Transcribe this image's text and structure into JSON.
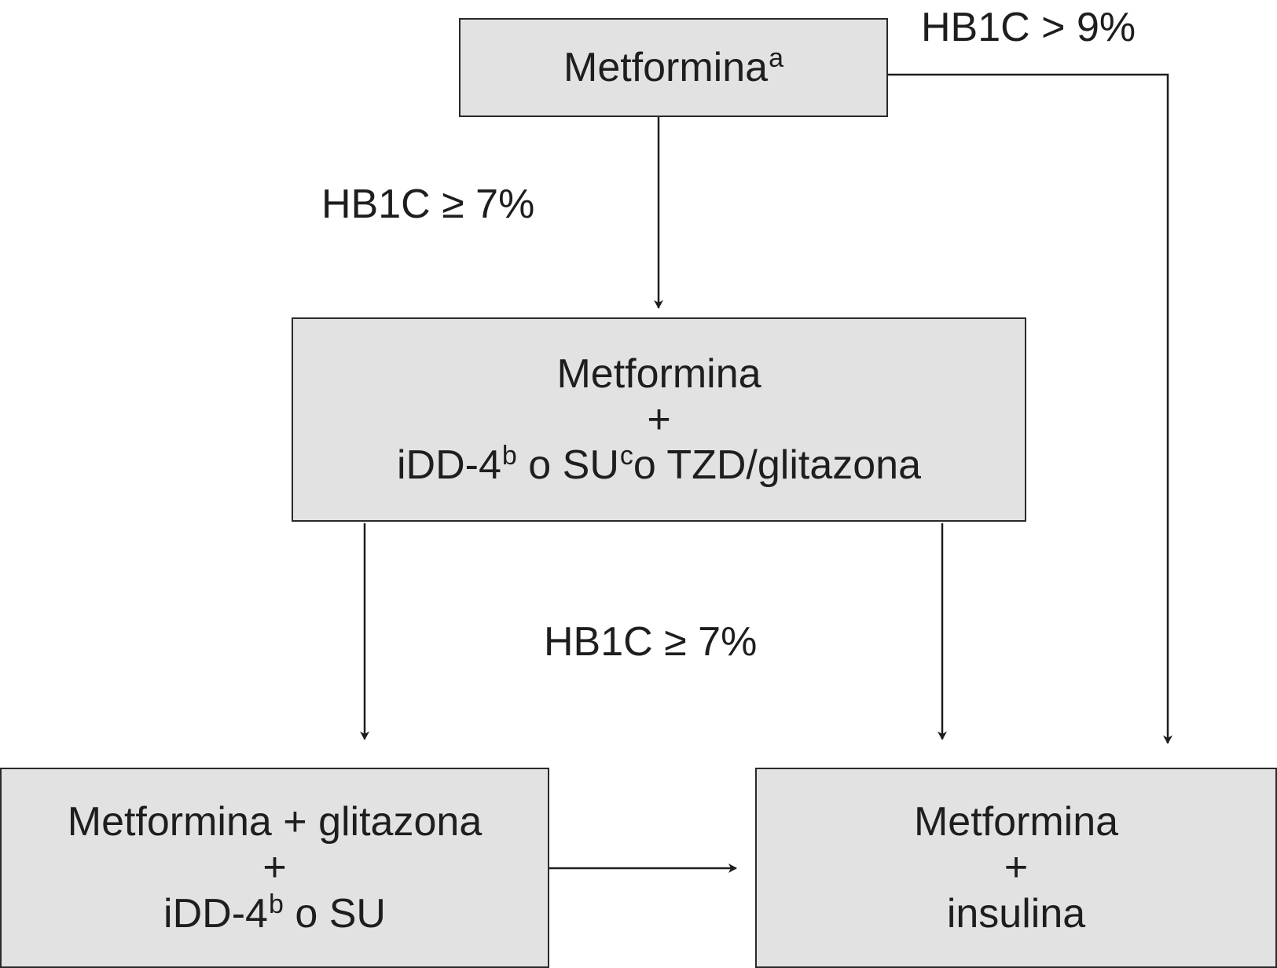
{
  "diagram": {
    "boxes": {
      "top": {
        "text": "Metformina",
        "sup": "a"
      },
      "middle": {
        "line1": "Metformina",
        "line2": "+",
        "line3_a": "iDD-4",
        "line3_sup_b": "b",
        "line3_b": " o SU",
        "line3_sup_c": "c",
        "line3_c": "o TZD/glitazona"
      },
      "bottom_left": {
        "line1": "Metformina + glitazona",
        "line2": "+",
        "line3_a": "iDD-4",
        "line3_sup": "b",
        "line3_b": " o SU"
      },
      "bottom_right": {
        "line1": "Metformina",
        "line2": "+",
        "line3": "insulina"
      }
    },
    "labels": {
      "top_right": "HB1C > 9%",
      "left": "HB1C ≥ 7%",
      "center": "HB1C ≥ 7%"
    },
    "colors": {
      "box_fill": "#e2e2e2",
      "stroke": "#1e1e1e"
    }
  }
}
